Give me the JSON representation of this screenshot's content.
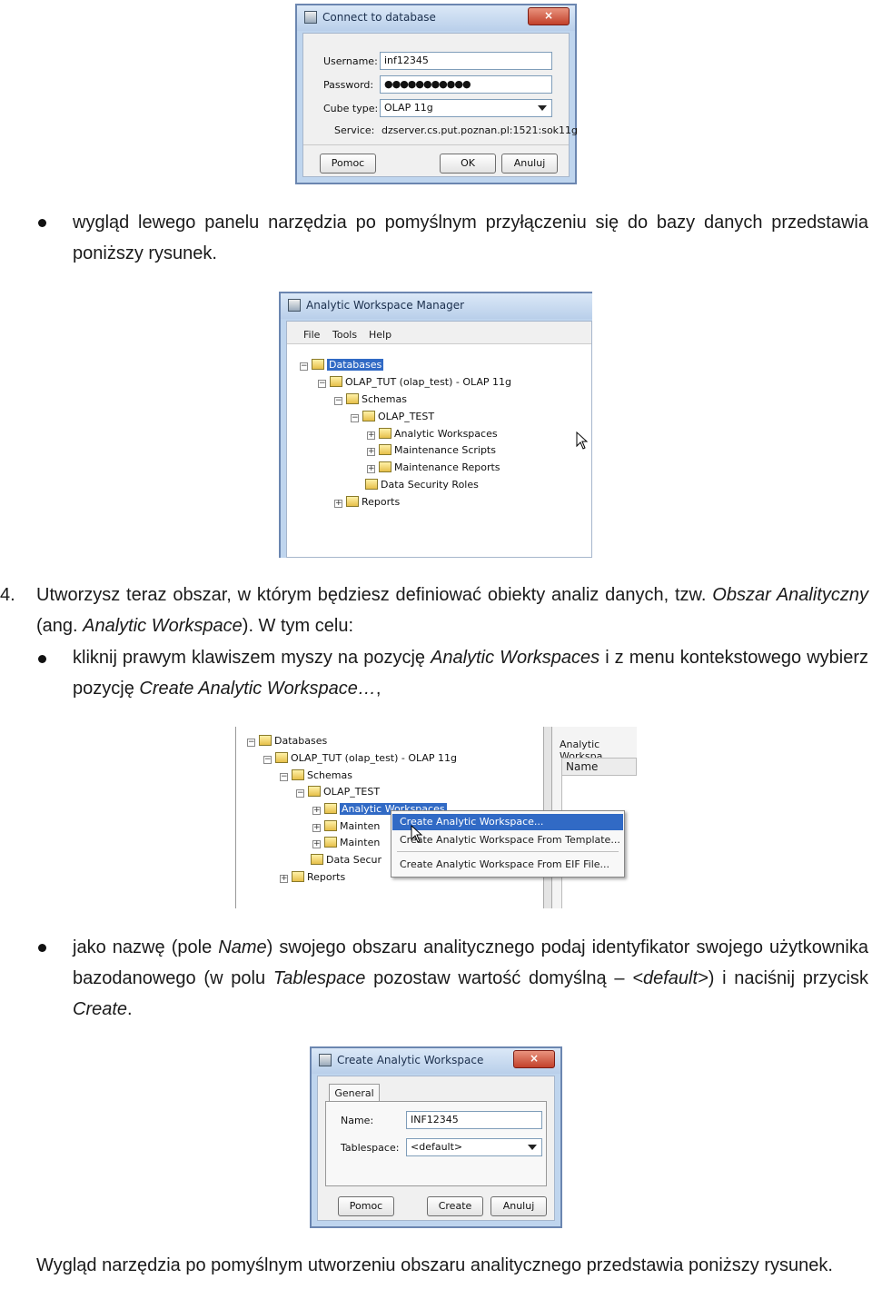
{
  "connect_dialog": {
    "title": "Connect to database",
    "close": "×",
    "username_label": "Username:",
    "username_value": "inf12345",
    "password_label": "Password:",
    "password_value": "●●●●●●●●●●●",
    "cubetype_label": "Cube type:",
    "cubetype_value": "OLAP 11g",
    "service_label": "Service:",
    "service_value": "dzserver.cs.put.poznan.pl:1521:sok11g",
    "help_button": "Pomoc",
    "ok_button": "OK",
    "cancel_button": "Anuluj"
  },
  "para1": {
    "text": "wygląd lewego panelu narzędzia po pomyślnym przyłączeniu się do bazy danych przedstawia poniższy rysunek."
  },
  "awm_window": {
    "title": "Analytic Workspace Manager",
    "menu": [
      "File",
      "Tools",
      "Help"
    ],
    "tree": [
      "Databases",
      "OLAP_TUT (olap_test) - OLAP 11g",
      "Schemas",
      "OLAP_TEST",
      "Analytic Workspaces",
      "Maintenance Scripts",
      "Maintenance Reports",
      "Data Security Roles",
      "Reports"
    ]
  },
  "step4": {
    "number": "4.",
    "text_a": "Utworzysz teraz obszar, w którym będziesz definiować obiekty analiz danych, tzw. ",
    "text_b": "Obszar Analityczny",
    "text_c": " (ang. ",
    "text_d": "Analytic Workspace",
    "text_e": "). W tym celu:"
  },
  "para2": {
    "text_a": "kliknij prawym klawiszem myszy na pozycję ",
    "text_b": "Analytic Workspaces",
    "text_c": " i z menu kontekstowego wybierz pozycję ",
    "text_d": "Create Analytic Workspace…",
    "text_e": ","
  },
  "context_shot": {
    "tree": [
      "Databases",
      "OLAP_TUT (olap_test) - OLAP 11g",
      "Schemas",
      "OLAP_TEST",
      "Analytic Workspaces",
      "Mainten",
      "Mainten",
      "Data Secur",
      "Reports"
    ],
    "right_header": "Analytic Workspa",
    "right_col": "Name",
    "menu": [
      "Create Analytic Workspace...",
      "Create Analytic Workspace From Template...",
      "Create Analytic Workspace From EIF File..."
    ]
  },
  "para3": {
    "text_a": "jako nazwę (pole ",
    "text_b": "Name",
    "text_c": ") swojego obszaru analitycznego podaj identyfikator swojego użytkownika bazodanowego (w polu ",
    "text_d": "Tablespace",
    "text_e": " pozostaw wartość domyślną – ",
    "text_f": "<default>",
    "text_g": ") i naciśnij przycisk ",
    "text_h": "Create",
    "text_i": "."
  },
  "create_dialog": {
    "title": "Create Analytic Workspace",
    "close": "×",
    "tab": "General",
    "name_label": "Name:",
    "name_value": "INF12345",
    "tablespace_label": "Tablespace:",
    "tablespace_value": "<default>",
    "help_button": "Pomoc",
    "create_button": "Create",
    "cancel_button": "Anuluj"
  },
  "para4": {
    "text": "Wygląd narzędzia po pomyślnym utworzeniu obszaru analitycznego przedstawia poniższy rysunek."
  }
}
